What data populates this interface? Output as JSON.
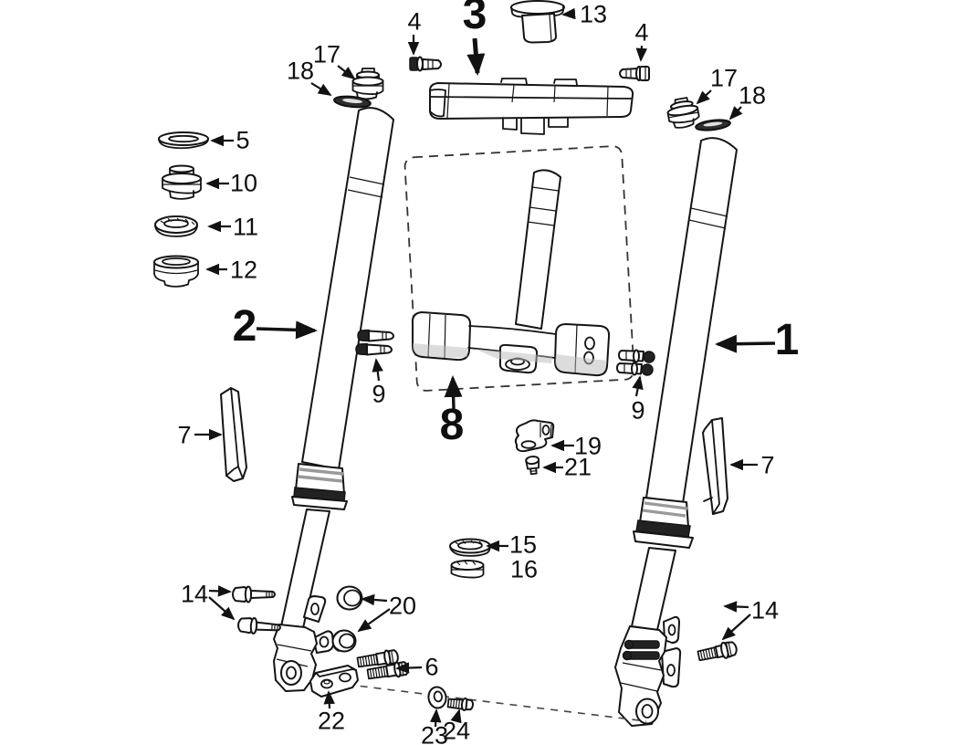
{
  "diagram": {
    "background_color": "#ffffff",
    "line_color": "#141414",
    "shade_color": "#b9b9b9",
    "detail_box_style": "dashed"
  },
  "callouts": [
    {
      "label": "3"
    },
    {
      "label": "13"
    },
    {
      "label": "4"
    },
    {
      "label": "4"
    },
    {
      "label": "17"
    },
    {
      "label": "18"
    },
    {
      "label": "17"
    },
    {
      "label": "18"
    },
    {
      "label": "5"
    },
    {
      "label": "10"
    },
    {
      "label": "11"
    },
    {
      "label": "12"
    },
    {
      "label": "2"
    },
    {
      "label": "1"
    },
    {
      "label": "9"
    },
    {
      "label": "9"
    },
    {
      "label": "7"
    },
    {
      "label": "7"
    },
    {
      "label": "8"
    },
    {
      "label": "19"
    },
    {
      "label": "21"
    },
    {
      "label": "15"
    },
    {
      "label": "16"
    },
    {
      "label": "20"
    },
    {
      "label": "14"
    },
    {
      "label": "6"
    },
    {
      "label": "22"
    },
    {
      "label": "23"
    },
    {
      "label": "24"
    },
    {
      "label": "14"
    }
  ]
}
